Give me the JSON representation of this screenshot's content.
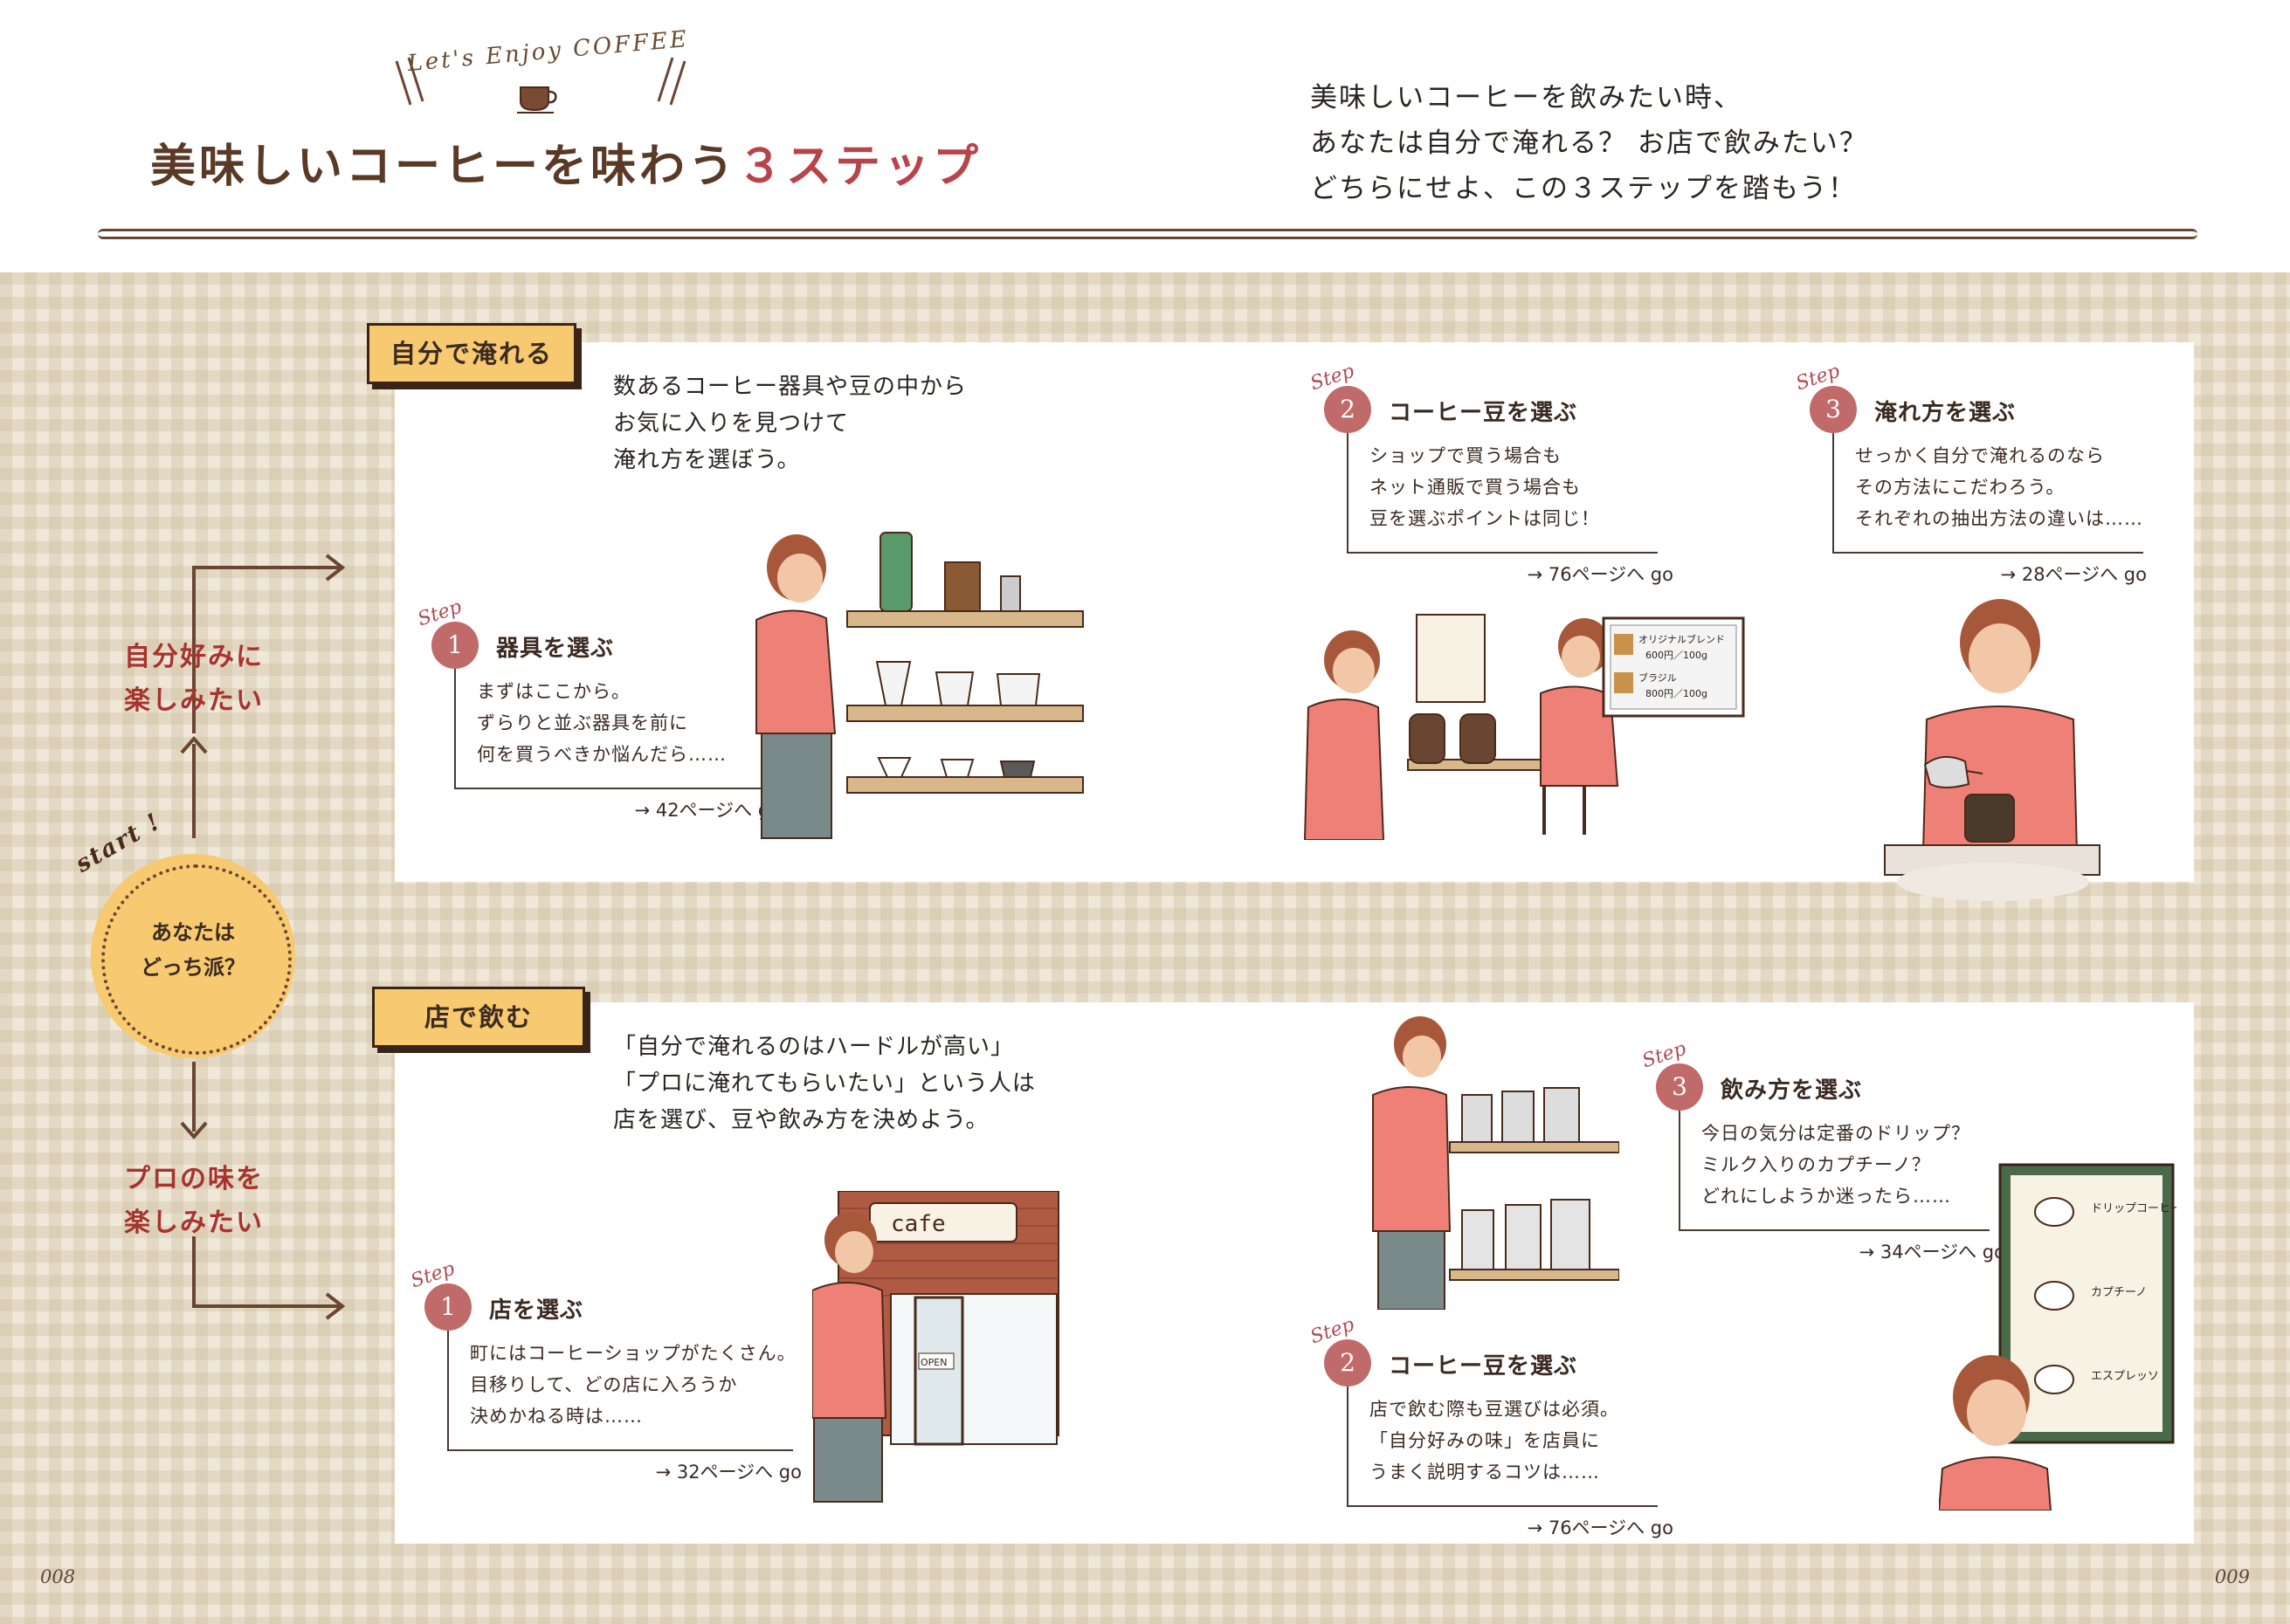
{
  "header": {
    "tagline": "Let's Enjoy COFFEE",
    "title_main": "美味しいコーヒーを味わう",
    "title_accent": "３ステップ",
    "intro": [
      "美味しいコーヒーを飲みたい時、",
      "あなたは自分で淹れる？ お店で飲みたい？",
      "どちらにせよ、この３ステップを踏もう！"
    ]
  },
  "start": {
    "label": "start !",
    "question": [
      "あなたは",
      "どっち派？"
    ]
  },
  "choices": {
    "upper": [
      "自分好みに",
      "楽しみたい"
    ],
    "lower": [
      "プロの味を",
      "楽しみたい"
    ]
  },
  "sections": {
    "brew": {
      "tab": "自分で淹れる",
      "lead": [
        "数あるコーヒー器具や豆の中から",
        "お気に入りを見つけて",
        "淹れ方を選ぼう。"
      ],
      "steps": [
        {
          "step_word": "Step",
          "num": "1",
          "title": "器具を選ぶ",
          "body": [
            "まずはここから。",
            "ずらりと並ぶ器具を前に",
            "何を買うべきか悩んだら……"
          ],
          "go": "→ 42ページへ go"
        },
        {
          "step_word": "Step",
          "num": "2",
          "title": "コーヒー豆を選ぶ",
          "body": [
            "ショップで買う場合も",
            "ネット通販で買う場合も",
            "豆を選ぶポイントは同じ！"
          ],
          "go": "→ 76ページへ go"
        },
        {
          "step_word": "Step",
          "num": "3",
          "title": "淹れ方を選ぶ",
          "body": [
            "せっかく自分で淹れるのなら",
            "その方法にこだわろう。",
            "それぞれの抽出方法の違いは……"
          ],
          "go": "→ 28ページへ go"
        }
      ]
    },
    "shop": {
      "tab": "店で飲む",
      "lead": [
        "「自分で淹れるのはハードルが高い」",
        "「プロに淹れてもらいたい」という人は",
        "店を選び、豆や飲み方を決めよう。"
      ],
      "steps": [
        {
          "step_word": "Step",
          "num": "1",
          "title": "店を選ぶ",
          "body": [
            "町にはコーヒーショップがたくさん。",
            "目移りして、どの店に入ろうか",
            "決めかねる時は……"
          ],
          "go": "→ 32ページへ go"
        },
        {
          "step_word": "Step",
          "num": "2",
          "title": "コーヒー豆を選ぶ",
          "body": [
            "店で飲む際も豆選びは必須。",
            "「自分好みの味」を店員に",
            "うまく説明するコツは……"
          ],
          "go": "→ 76ページへ go"
        },
        {
          "step_word": "Step",
          "num": "3",
          "title": "飲み方を選ぶ",
          "body": [
            "今日の気分は定番のドリップ？",
            "ミルク入りのカプチーノ？",
            "どれにしようか迷ったら……"
          ],
          "go": "→ 34ページへ go"
        }
      ]
    }
  },
  "illustrations": {
    "screen_items": [
      "オリジナルブレンド",
      "600円／100g",
      "ブラジル",
      "800円／100g"
    ],
    "cafe_sign": "cafe",
    "open_sign": "OPEN",
    "menu_items": [
      "ドリップコーヒー",
      "カプチーノ",
      "エスプレッソ"
    ]
  },
  "page_numbers": {
    "left": "008",
    "right": "009"
  },
  "colors": {
    "accent_red": "#b9434a",
    "tab_yellow": "#f7c970",
    "brown": "#6a4632",
    "step_circle": "#c06a6a",
    "gingham": "#efe7d8"
  }
}
